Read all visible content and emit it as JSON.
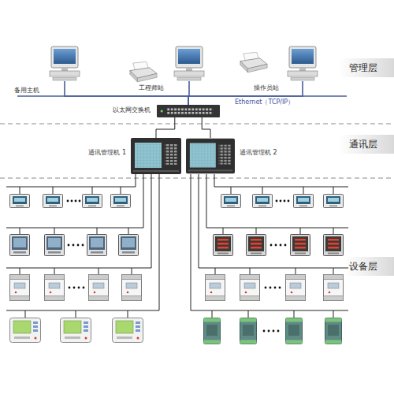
{
  "diagram": {
    "nodes": [
      {
        "text": [
          "备用主机"
        ]
      },
      {
        "text": [
          "工程师站"
        ]
      },
      {
        "text": [
          "操作员站"
        ]
      },
      {
        "text": [
          "以太网交换机"
        ]
      },
      {
        "text": [
          "通讯管理机 1"
        ]
      },
      {
        "text": [
          "通讯管理机 2"
        ]
      }
    ],
    "edges": [
      {
        "from": 0,
        "to": 3,
        "arrow": "none"
      },
      {
        "from": 1,
        "to": 3,
        "arrow": "none"
      },
      {
        "from": 2,
        "to": 3,
        "arrow": "none"
      },
      {
        "from": 3,
        "to": 4,
        "arrow": "none"
      },
      {
        "from": 3,
        "to": 5,
        "arrow": "none"
      }
    ],
    "labels": [
      "管理层",
      "Ethernet（TCP/IP）",
      "通讯层",
      "设备层"
    ]
  }
}
